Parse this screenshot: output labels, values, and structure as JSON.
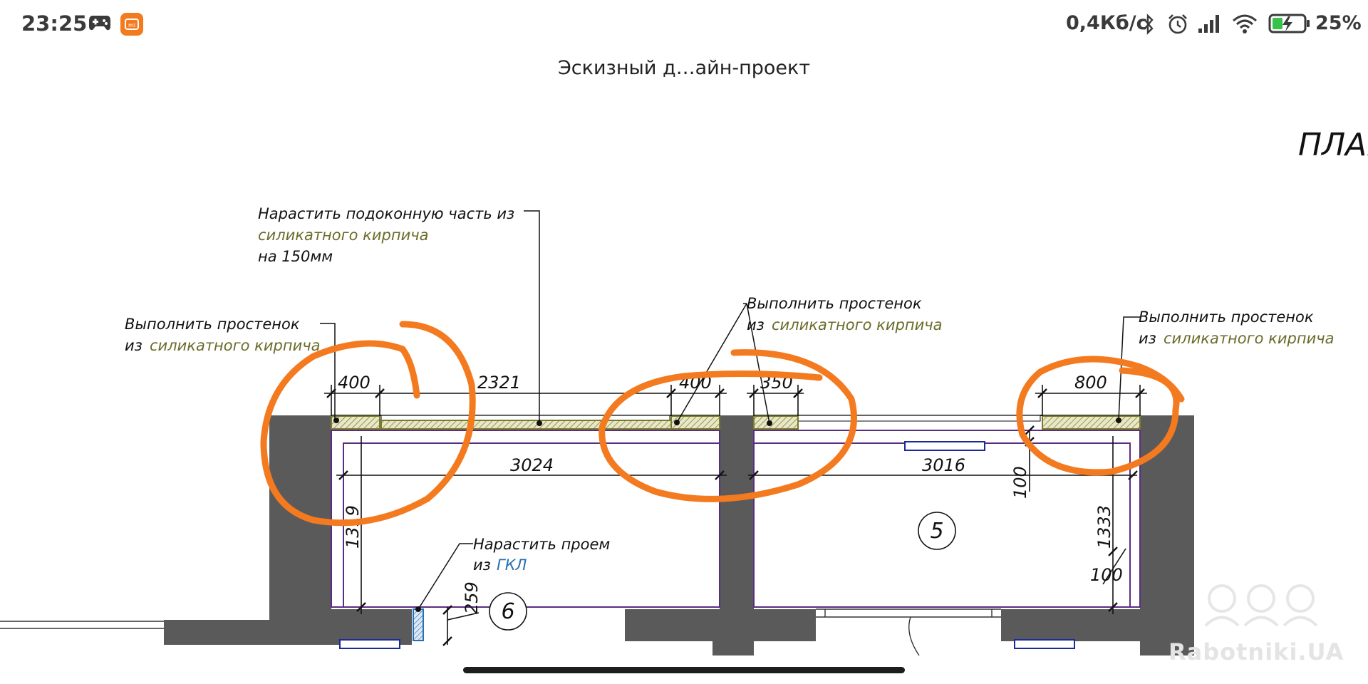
{
  "status_bar": {
    "time": "23:25",
    "network_speed": "0,4Кб/с",
    "battery_percent": "25%",
    "icons": [
      "gamepad-icon",
      "mi-app-icon",
      "bluetooth-icon",
      "alarm-icon",
      "signal-icon",
      "wifi-icon",
      "battery-charging-icon"
    ],
    "mi_icon_color": "#f47a20"
  },
  "document": {
    "title": "Эскизный д…айн-проект"
  },
  "drawing": {
    "plan_title": "ПЛАН",
    "annotations": {
      "top_center_line1": "Нарастить подоконную часть из",
      "top_center_line2": "силикатного кирпича",
      "top_center_line3": "на 150мм",
      "left_line1": "Выполнить простенок",
      "left_line2_prefix": "из",
      "left_line2_material": "силикатного кирпича",
      "middle_line1": "Выполнить простенок",
      "middle_line2_prefix": "из",
      "middle_line2_material": "силикатного кирпича",
      "right_line1": "Выполнить простенок",
      "right_line2_prefix": "из",
      "right_line2_material": "силикатного кирпича",
      "opening_line1": "Нарастить проем",
      "opening_line2_prefix": "из",
      "opening_line2_material": "ГКЛ"
    },
    "dimensions": {
      "d400_left": "400",
      "d2321": "2321",
      "d400_mid": "400",
      "d350": "350",
      "d800": "800",
      "d3024": "3024",
      "d3016": "3016",
      "d1319": "1319",
      "d1333": "1333",
      "d100_top": "100",
      "d100_bottom": "100",
      "d259": "259"
    },
    "room_numbers": {
      "room_5": "5",
      "room_6": "6"
    },
    "colors": {
      "wall_fill": "#5a5a5a",
      "brick_hatch": "#7a7a2e",
      "material_text": "#6b6b2a",
      "gkl_text": "#2a6fb0",
      "annotation_circle": "#f47a20"
    }
  },
  "watermark": {
    "text": "Rabotniki.UA"
  }
}
